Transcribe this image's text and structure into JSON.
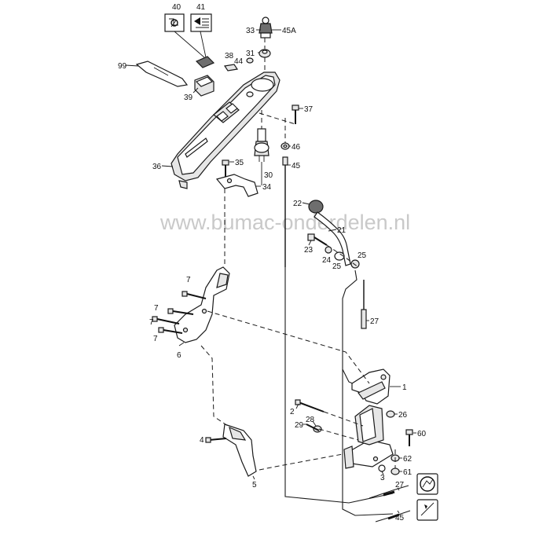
{
  "watermark": "www.bumac-onderdelen.nl",
  "callouts": {
    "c40": "40",
    "c41": "41",
    "c33": "33",
    "c45A": "45A",
    "c99": "99",
    "c38": "38",
    "c31": "31",
    "c44": "44",
    "c39": "39",
    "c37": "37",
    "c46": "46",
    "c45": "45",
    "c36": "36",
    "c35": "35",
    "c30": "30",
    "c34": "34",
    "c22": "22",
    "c21": "21",
    "c23": "23",
    "c24": "24",
    "c25a": "25",
    "c25b": "25",
    "c7a": "7",
    "c7b": "7",
    "c7c": "7",
    "c7d": "7",
    "c6": "6",
    "c27": "27",
    "c1": "1",
    "c2": "2",
    "c26": "26",
    "c28": "28",
    "c29": "29",
    "c60": "60",
    "c62": "62",
    "c61": "61",
    "c3": "3",
    "c4": "4",
    "c5": "5",
    "c27b": "27",
    "c45b": "45"
  },
  "symbols": {
    "s40": "choke-symbol-icon",
    "s41": "throttle-symbol-icon",
    "s_right1": "engage-symbol-icon",
    "s_right2": "disengage-symbol-icon"
  }
}
